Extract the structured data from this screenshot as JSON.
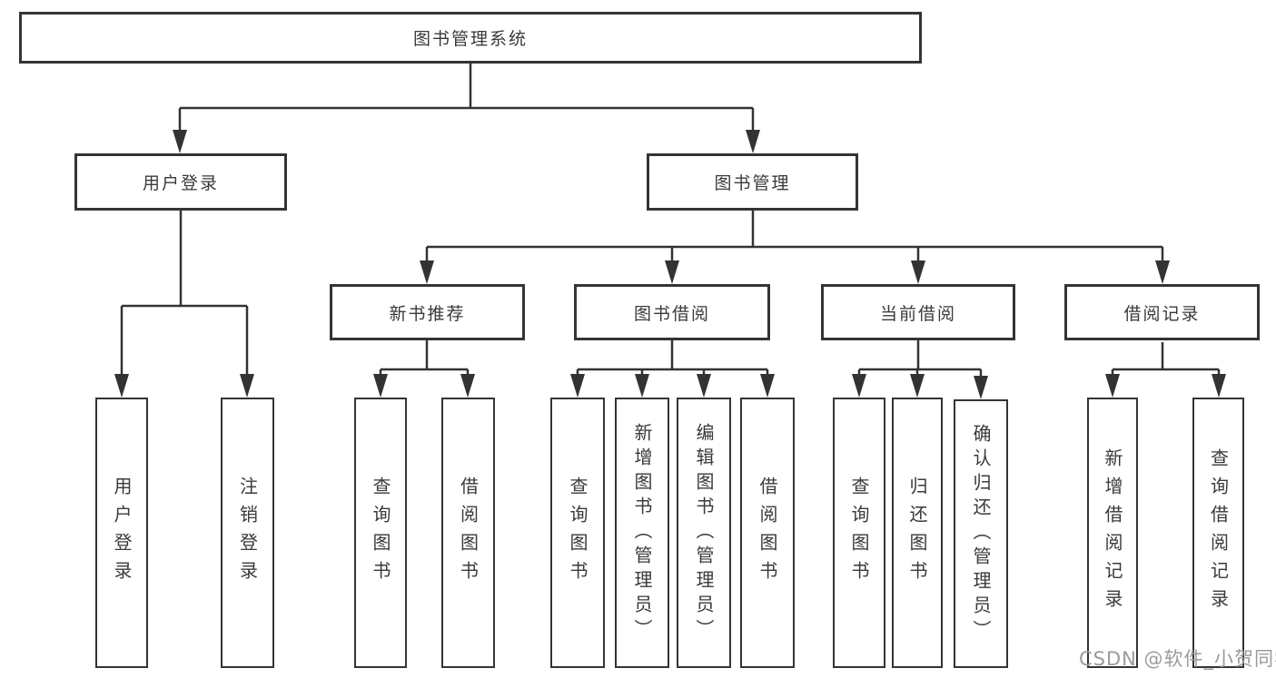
{
  "diagram": {
    "title": "图书管理系统",
    "root": {
      "label": "图书管理系统"
    },
    "level2": [
      {
        "id": "user-login",
        "label": "用户登录"
      },
      {
        "id": "book-management",
        "label": "图书管理"
      }
    ],
    "level3": [
      {
        "id": "new-book-recommend",
        "label": "新书推荐"
      },
      {
        "id": "book-borrowing",
        "label": "图书借阅"
      },
      {
        "id": "current-borrowing",
        "label": "当前借阅"
      },
      {
        "id": "borrowing-records",
        "label": "借阅记录"
      }
    ],
    "leaves": [
      {
        "id": "user-login",
        "label": "用户登录"
      },
      {
        "id": "logout",
        "label": "注销登录"
      },
      {
        "id": "query-books-recommend",
        "label": "查询图书"
      },
      {
        "id": "borrow-books-recommend",
        "label": "借阅图书"
      },
      {
        "id": "query-books-borrow",
        "label": "查询图书"
      },
      {
        "id": "add-book-admin",
        "label": "新增图书（管理员）"
      },
      {
        "id": "edit-book-admin",
        "label": "编辑图书（管理员）"
      },
      {
        "id": "borrow-books-borrow",
        "label": "借阅图书"
      },
      {
        "id": "query-books-current",
        "label": "查询图书"
      },
      {
        "id": "return-book",
        "label": "归还图书"
      },
      {
        "id": "confirm-return-admin",
        "label": "确认归还（管理员）"
      },
      {
        "id": "add-borrow-record",
        "label": "新增借阅记录"
      },
      {
        "id": "query-borrow-record",
        "label": "查询借阅记录"
      }
    ]
  },
  "watermark": {
    "text": "CSDN @软件_小贺同学"
  },
  "colors": {
    "line": "#333333",
    "box_border": "#343434",
    "text": "#3a3a3a",
    "watermark": "#9b9b9b",
    "background": "#ffffff"
  }
}
